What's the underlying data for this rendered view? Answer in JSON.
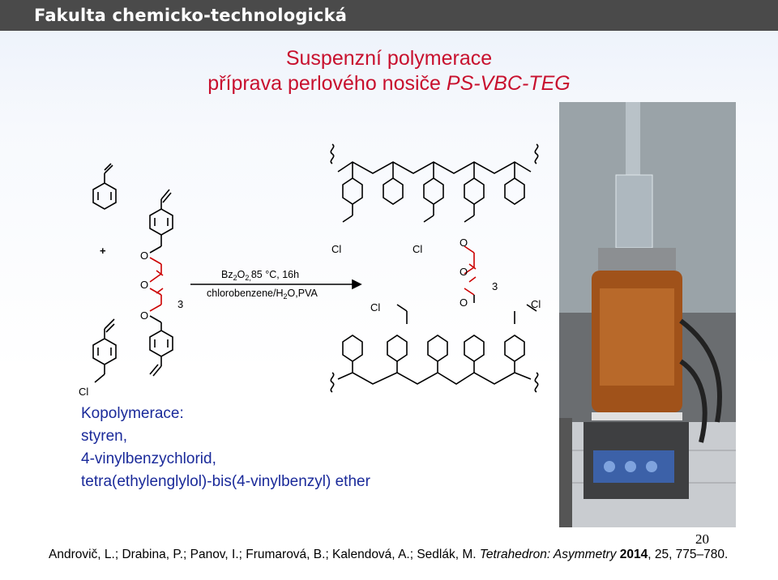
{
  "header": {
    "title": "Fakulta chemicko-technologická"
  },
  "slide": {
    "title_line1": "Suspenzní polymerace",
    "title_line2_prefix": "příprava perlového nosiče ",
    "title_line2_italic": "PS-VBC-TEG",
    "page_number": "20"
  },
  "scheme": {
    "plus": "+",
    "reagent_line1_a": "Bz",
    "reagent_sub1": "2",
    "reagent_line1_b": "O",
    "reagent_sub2": "2,",
    "reagent_line1_c": "85 °C, 16h",
    "reagent_line2_a": "chlorobenzene/H",
    "reagent_sub3": "2",
    "reagent_line2_b": "O,PVA",
    "cl": "Cl",
    "o": "O",
    "n": "3"
  },
  "copolymer": {
    "heading": "Kopolymerace:",
    "items": [
      "styren,",
      "4-vinylbenzychlorid,",
      "tetra(ethylenglylol)-bis(4-vinylbenzyl) ether"
    ]
  },
  "citation": {
    "authors": "Androvič, L.; Drabina, P.; Panov, I.; Frumarová, B.; Kalendová, A.; Sedlák, M. ",
    "journal": "Tetrahedron: Asymmetry",
    "year": "2014",
    "vol_pages": ", 25, 775–780."
  },
  "colors": {
    "title": "#c8102e",
    "body_text": "#1a2a9a",
    "peg_red": "#cc0000",
    "header_bg": "#4a4a4a"
  }
}
